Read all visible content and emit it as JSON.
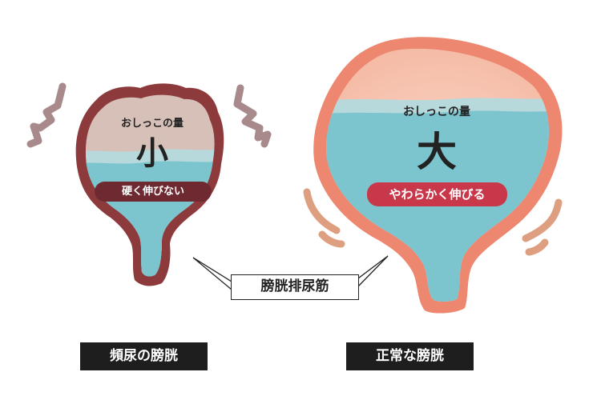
{
  "colors": {
    "left_wall": "#8c3a3c",
    "left_empty": "#d6c0b8",
    "left_pill": "#6e2a30",
    "right_wall": "#ee8770",
    "right_empty": "#f7c9b8",
    "right_pill": "#c8374a",
    "urine": "#7cc5cf",
    "urine_light": "#b7d9dc",
    "tremble_marks": "#a88a8c",
    "stretch_marks": "#dd9f7f",
    "caption_bg": "#1e1e1e"
  },
  "left_bladder": {
    "amount_label": "おしっこの量",
    "amount_value": "小",
    "state_label": "硬く伸びない",
    "caption": "頻尿の膀胱"
  },
  "right_bladder": {
    "amount_label": "おしっこの量",
    "amount_value": "大",
    "state_label": "やわらかく伸びる",
    "caption": "正常な膀胱"
  },
  "callout": {
    "label": "膀胱排尿筋"
  }
}
